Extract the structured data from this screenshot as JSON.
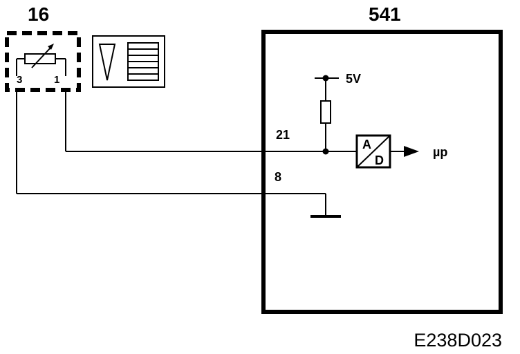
{
  "components": {
    "sensor_id": "16",
    "ecu_id": "541"
  },
  "sensor": {
    "pin_left": "3",
    "pin_right": "1"
  },
  "ecu": {
    "supply_label": "5V",
    "pin_signal": "21",
    "pin_ground": "8",
    "adc_top": "A",
    "adc_bottom": "D",
    "output_label": "µp"
  },
  "diagram_code": "E238D023",
  "icons": {
    "sensor": "variable-resistor-icon",
    "tank_gauge": "fuel-level-gauge-icon",
    "ground": "ground-icon",
    "adc": "analog-digital-converter-icon"
  },
  "colors": {
    "ink": "#000000",
    "background": "#ffffff"
  }
}
